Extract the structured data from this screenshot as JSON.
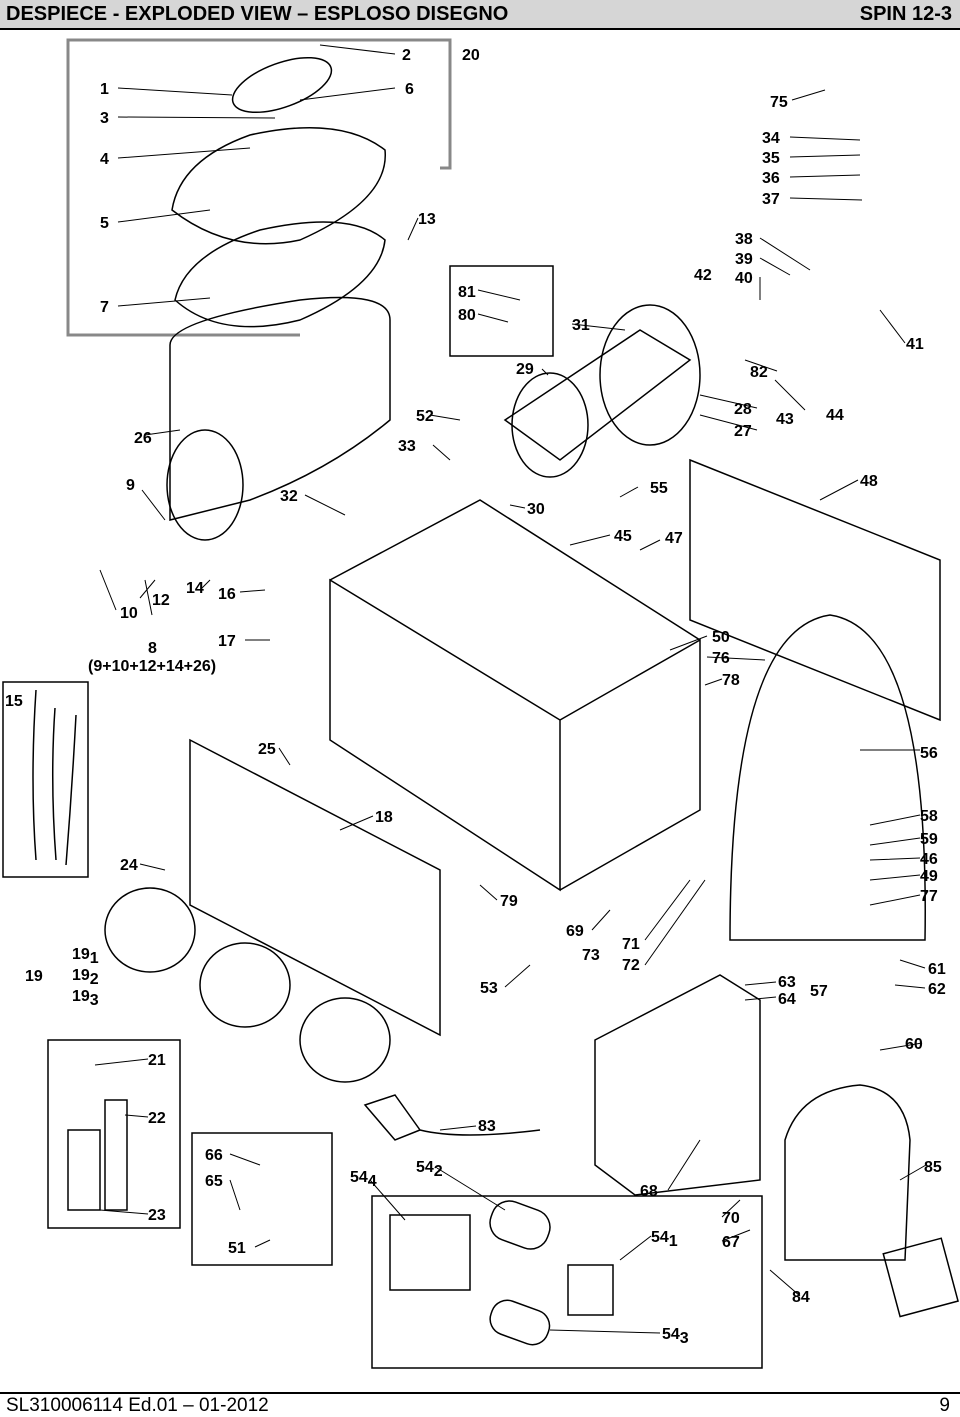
{
  "header": {
    "title": "DESPIECE - EXPLODED VIEW – ESPLOSO DISEGNO",
    "model": "SPIN 12-3"
  },
  "footer": {
    "docref": "SL310006114 Ed.01 – 01-2012",
    "pagenum": "9"
  },
  "labels": {
    "p1": "1",
    "p2": "2",
    "p3": "3",
    "p4": "4",
    "p5": "5",
    "p6": "6",
    "p7": "7",
    "p8": "8",
    "p8_sub": "(9+10+12+14+26)",
    "p9": "9",
    "p10": "10",
    "p12": "12",
    "p13": "13",
    "p14": "14",
    "p15": "15",
    "p16": "16",
    "p17": "17",
    "p18": "18",
    "p19": "19",
    "p19_1": "19",
    "p19_2": "19",
    "p19_3": "19",
    "p20": "20",
    "p21": "21",
    "p22": "22",
    "p23": "23",
    "p24": "24",
    "p25": "25",
    "p26": "26",
    "p27": "27",
    "p28": "28",
    "p29": "29",
    "p30": "30",
    "p31": "31",
    "p32": "32",
    "p33": "33",
    "p34": "34",
    "p35": "35",
    "p36": "36",
    "p37": "37",
    "p38": "38",
    "p39": "39",
    "p40": "40",
    "p41": "41",
    "p42": "42",
    "p43": "43",
    "p44": "44",
    "p45": "45",
    "p46": "46",
    "p47": "47",
    "p48": "48",
    "p49": "49",
    "p50": "50",
    "p51": "51",
    "p52": "52",
    "p53": "53",
    "p54_1": "54",
    "p54_2": "54",
    "p54_3": "54",
    "p54_4": "54",
    "p55": "55",
    "p56": "56",
    "p57": "57",
    "p58": "58",
    "p59": "59",
    "p60": "60",
    "p61": "61",
    "p62": "62",
    "p63": "63",
    "p64": "64",
    "p65": "65",
    "p66": "66",
    "p67": "67",
    "p68": "68",
    "p69": "69",
    "p70": "70",
    "p71": "71",
    "p72": "72",
    "p73": "73",
    "p75": "75",
    "p76": "76",
    "p77": "77",
    "p78": "78",
    "p79": "79",
    "p80": "80",
    "p81": "81",
    "p82": "82",
    "p83": "83",
    "p84": "84",
    "p85": "85",
    "sub1": "1",
    "sub2": "2",
    "sub3": "3",
    "sub4": "4"
  }
}
